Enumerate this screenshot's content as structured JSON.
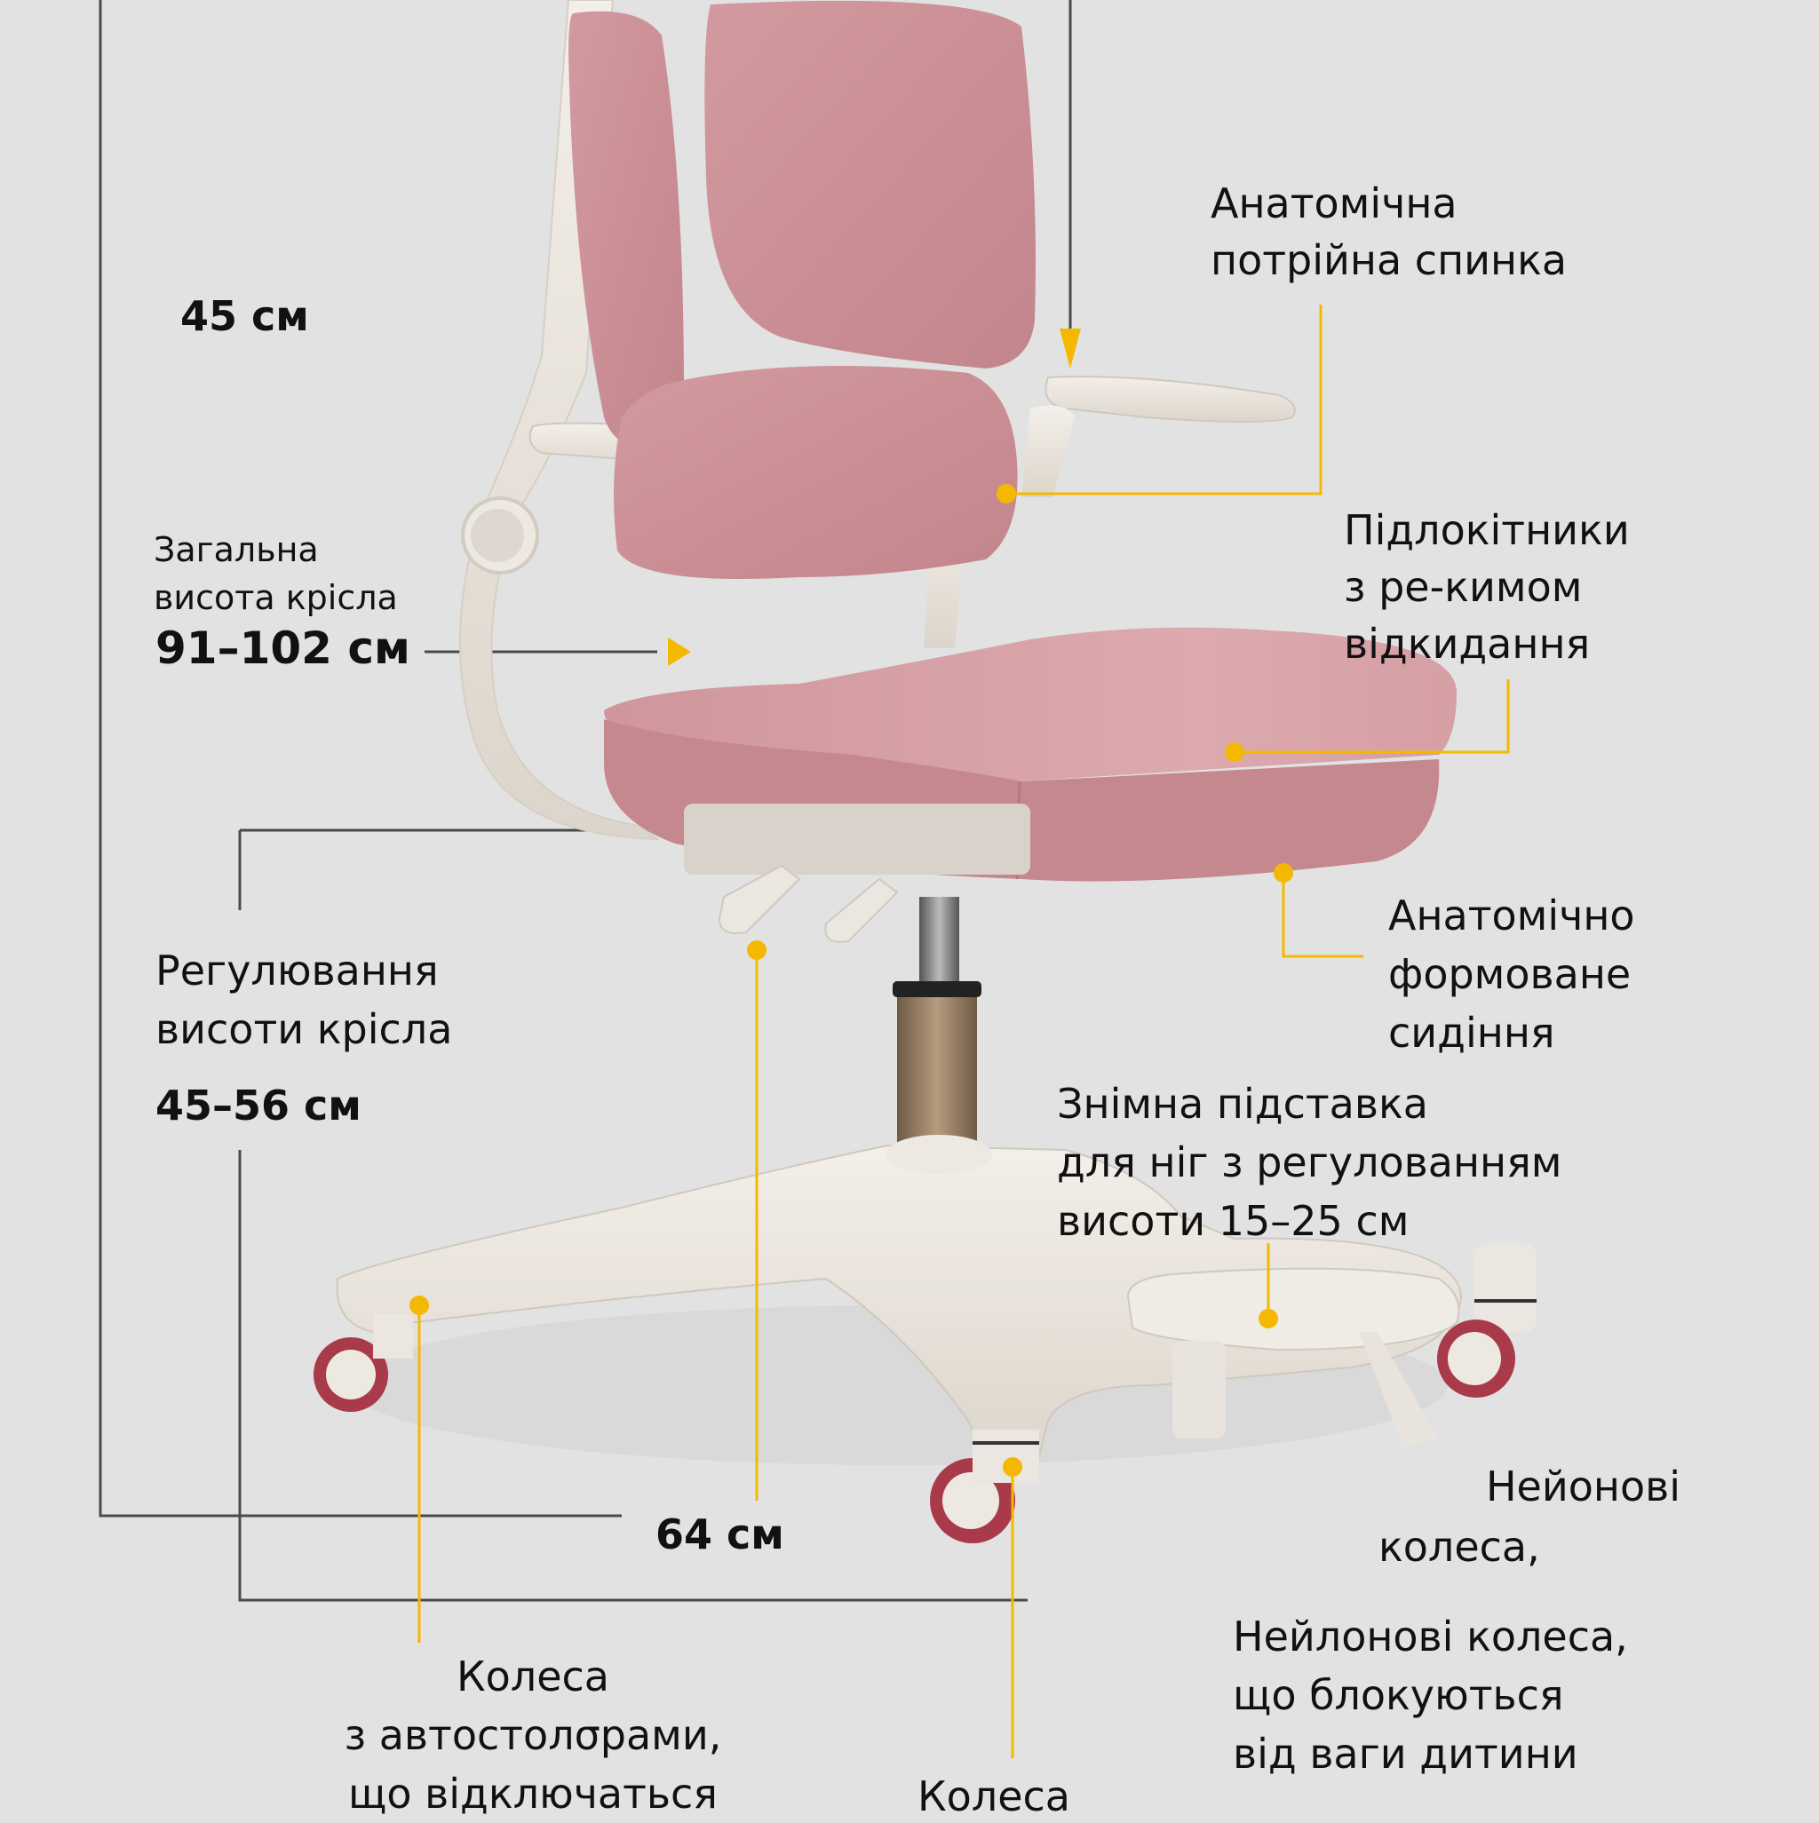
{
  "colors": {
    "background": "#e2e2e2",
    "fabric_pink": "#c98f94",
    "fabric_pink_light": "#d9a4a8",
    "frame_white": "#ebe6df",
    "frame_shadow": "#cfc8be",
    "accent_yellow": "#f5b800",
    "dimension_line": "#4a4a4a",
    "wheel_red": "#a83a4a",
    "gas_lift": "#8a7358"
  },
  "dimensions": {
    "backrest_width": "45 см",
    "total_height_title_line1": "Загальна",
    "total_height_title_line2": "висота крісла",
    "total_height_value": "91–102 см",
    "seat_height_title_line1": "Регулювання",
    "seat_height_title_line2": "висоти крісла",
    "seat_height_value": "45–56 см",
    "base_width": "64 см"
  },
  "features": {
    "backrest": {
      "line1": "Анатомічна",
      "line2": "потрійна спинка"
    },
    "armrests": {
      "line1": "Підлокітники",
      "line2": "з ре-кимом",
      "line3": "відкидання"
    },
    "seat": {
      "line1": "Анатомічно",
      "line2": "формоване",
      "line3": "сидіння"
    },
    "footrest": {
      "line1": "Знімна підставка",
      "line2": "для ніг з регулованням",
      "line3": "висоти 15–25 см"
    },
    "nylon_wheels_short": {
      "line1": "Нейонові",
      "line2": "колеса,"
    },
    "nylon_wheels": {
      "line1": "Нейлонові колеса,",
      "line2": "що блокуються",
      "line3": "від ваги дитини"
    },
    "auto_stop_wheels": {
      "line1": "Колеса",
      "line2": "з автостолσрами,",
      "line3": "що відключаться"
    },
    "wheels_bottom": {
      "line1": "Колеса"
    }
  }
}
